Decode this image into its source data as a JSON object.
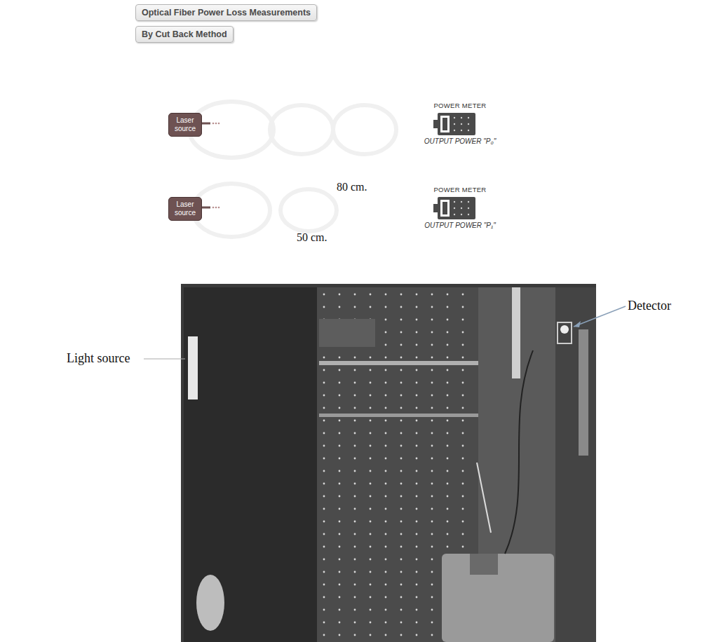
{
  "diagram": {
    "nodes": [
      {
        "text": [
          "Optical Fiber Power Loss Measurements"
        ]
      },
      {
        "text": [
          "By Cut Back Method"
        ]
      },
      {
        "text": [
          "Laser source"
        ]
      },
      {
        "text": [
          "POWER METER",
          "OUTPUT POWER \"P₀\""
        ]
      },
      {
        "text": [
          "Laser source"
        ]
      },
      {
        "text": [
          "POWER METER",
          "OUTPUT POWER \"P₁\""
        ]
      }
    ],
    "labels": [
      "80 cm.",
      "50 cm.",
      "Light source",
      "Detector"
    ]
  }
}
